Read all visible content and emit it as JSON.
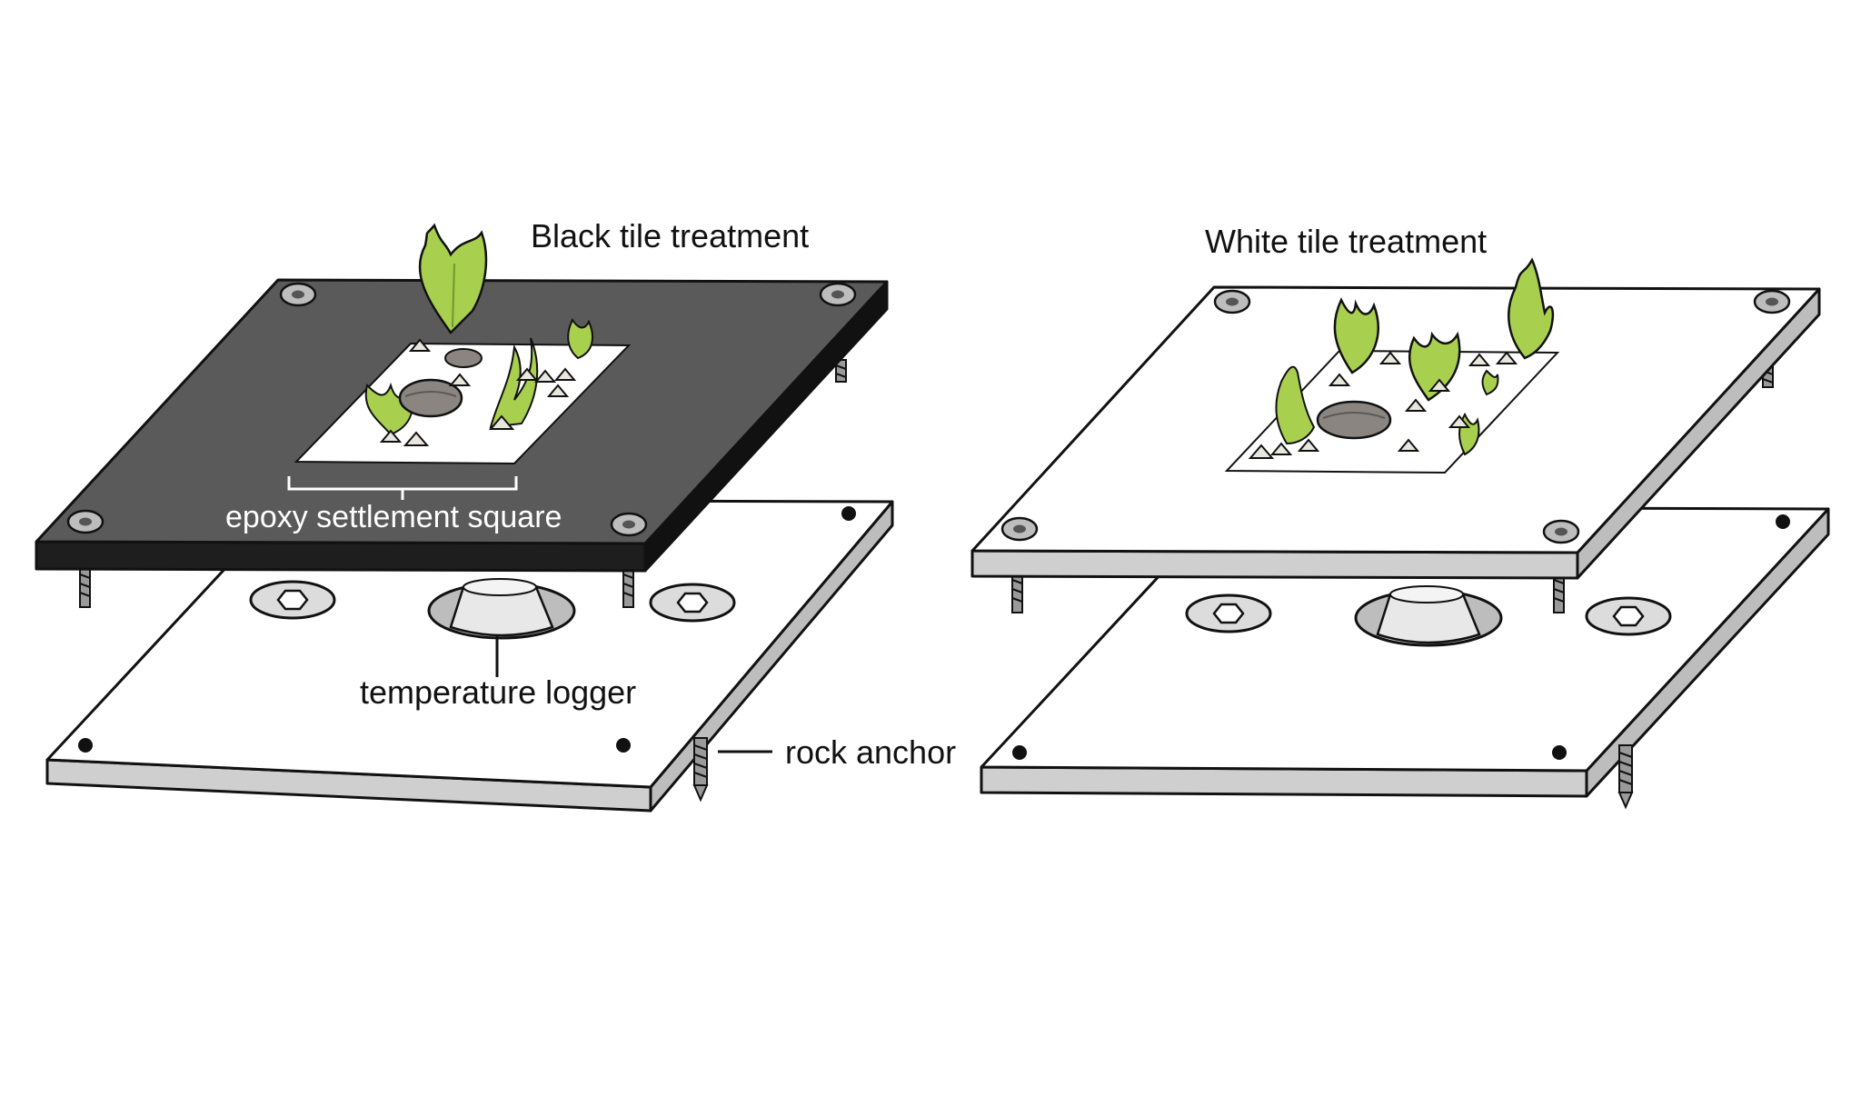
{
  "labels": {
    "black_tile": "Black tile treatment",
    "white_tile": "White tile treatment",
    "epoxy_square": "epoxy settlement square",
    "temperature_logger": "temperature logger",
    "rock_anchor": "rock anchor"
  },
  "colors": {
    "black_tile_top": "#5a5a5a",
    "black_tile_edge": "#1e1e1e",
    "white_tile_top": "#ffffff",
    "tile_edge_grey": "#cfcfcf",
    "algae_green": "#a9cf4f",
    "algae_dark": "#6f9a2c",
    "barnacle": "#e9e6df",
    "limpet": "#8a8580",
    "outline": "#111111"
  },
  "icons": [
    "algae-icon",
    "barnacle-icon",
    "limpet-icon",
    "bolt-icon",
    "screw-icon",
    "hex-nut-icon",
    "logger-icon"
  ]
}
